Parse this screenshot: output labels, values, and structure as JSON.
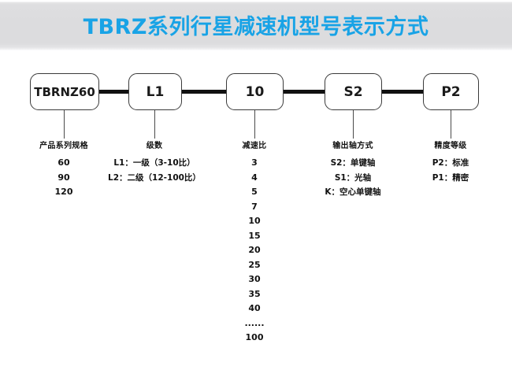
{
  "banner": {
    "title": "TBRZ系列行星减速机型号表示方式",
    "title_color": "#19a3e6",
    "background_color": "#dcdcde"
  },
  "diagram": {
    "type": "model-code-breakdown",
    "boxes": [
      {
        "label": "TBRNZ60"
      },
      {
        "label": "L1"
      },
      {
        "label": "10"
      },
      {
        "label": "S2"
      },
      {
        "label": "P2"
      }
    ],
    "columns": [
      {
        "header": "产品系列规格",
        "items": [
          "60",
          "90",
          "120"
        ]
      },
      {
        "header": "级数",
        "items": [
          "L1：一级（3-10比）",
          "L2：二级（12-100比）"
        ]
      },
      {
        "header": "减速比",
        "items": [
          "3",
          "4",
          "5",
          "7",
          "10",
          "15",
          "20",
          "25",
          "30",
          "35",
          "40",
          "......",
          "100"
        ]
      },
      {
        "header": "输出轴方式",
        "items": [
          "S2：单键轴",
          "S1：光轴",
          "K：空心单键轴"
        ]
      },
      {
        "header": "精度等级",
        "items": [
          "P2：标准",
          "P1：精密"
        ]
      }
    ]
  }
}
